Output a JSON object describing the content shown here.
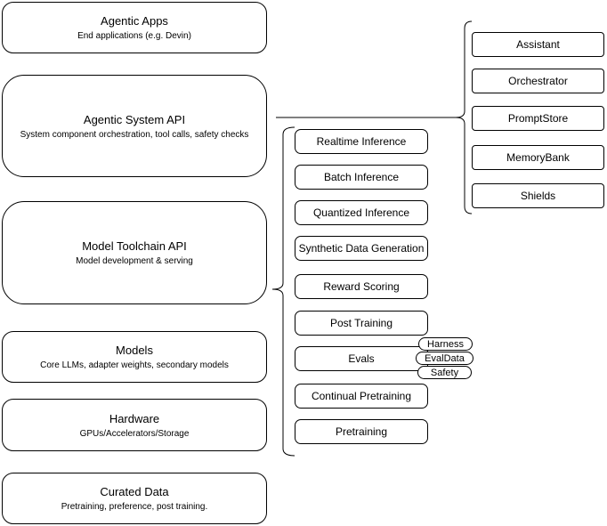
{
  "layers": [
    {
      "title": "Agentic Apps",
      "subtitle": "End applications (e.g. Devin)"
    },
    {
      "title": "Agentic System API",
      "subtitle": "System component orchestration, tool calls, safety checks"
    },
    {
      "title": "Model Toolchain API",
      "subtitle": "Model development & serving"
    },
    {
      "title": "Models",
      "subtitle": "Core LLMs, adapter weights, secondary models"
    },
    {
      "title": "Hardware",
      "subtitle": "GPUs/Accelerators/Storage"
    },
    {
      "title": "Curated Data",
      "subtitle": "Pretraining, preference, post training."
    }
  ],
  "toolchain_services": [
    "Realtime Inference",
    "Batch Inference",
    "Quantized Inference",
    "Synthetic Data Generation",
    "Reward Scoring",
    "Post Training",
    "Evals",
    "Continual Pretraining",
    "Pretraining"
  ],
  "eval_tags": [
    "Harness",
    "EvalData",
    "Safety"
  ],
  "system_components": [
    "Assistant",
    "Orchestrator",
    "PromptStore",
    "MemoryBank",
    "Shields"
  ],
  "colors": {
    "stroke": "#000000",
    "background": "#ffffff",
    "text": "#000000"
  }
}
